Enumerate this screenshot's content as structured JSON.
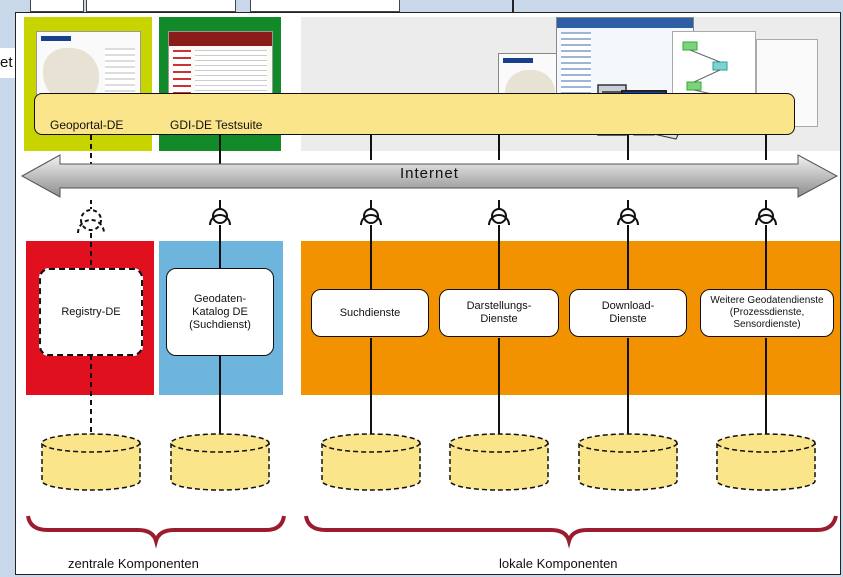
{
  "background_fragment": {
    "text": "et"
  },
  "bar": {
    "geoportal_label": "Geoportal-DE",
    "testsuite_label": "GDI-DE Testsuite"
  },
  "internet_label": "Internet",
  "central": {
    "registry": "Registry-DE",
    "katalog": "Geodaten-\nKatalog DE\n(Suchdienst)",
    "caption": "zentrale Komponenten"
  },
  "local": {
    "services": [
      "Suchdienste",
      "Darstellungs-\nDienste",
      "Download-\nDienste",
      "Weitere Geodatendienste\n(Prozessdienste,\nSensordienste)"
    ],
    "caption": "lokale Komponenten"
  },
  "colors": {
    "green_light": "#c8d400",
    "green_dark": "#128a2a",
    "red": "#e0101e",
    "blue": "#6eb5dd",
    "orange": "#f29200",
    "yellow": "#fbe58a",
    "grey_panel": "#ececec",
    "page_bg": "#c9d7ea"
  }
}
